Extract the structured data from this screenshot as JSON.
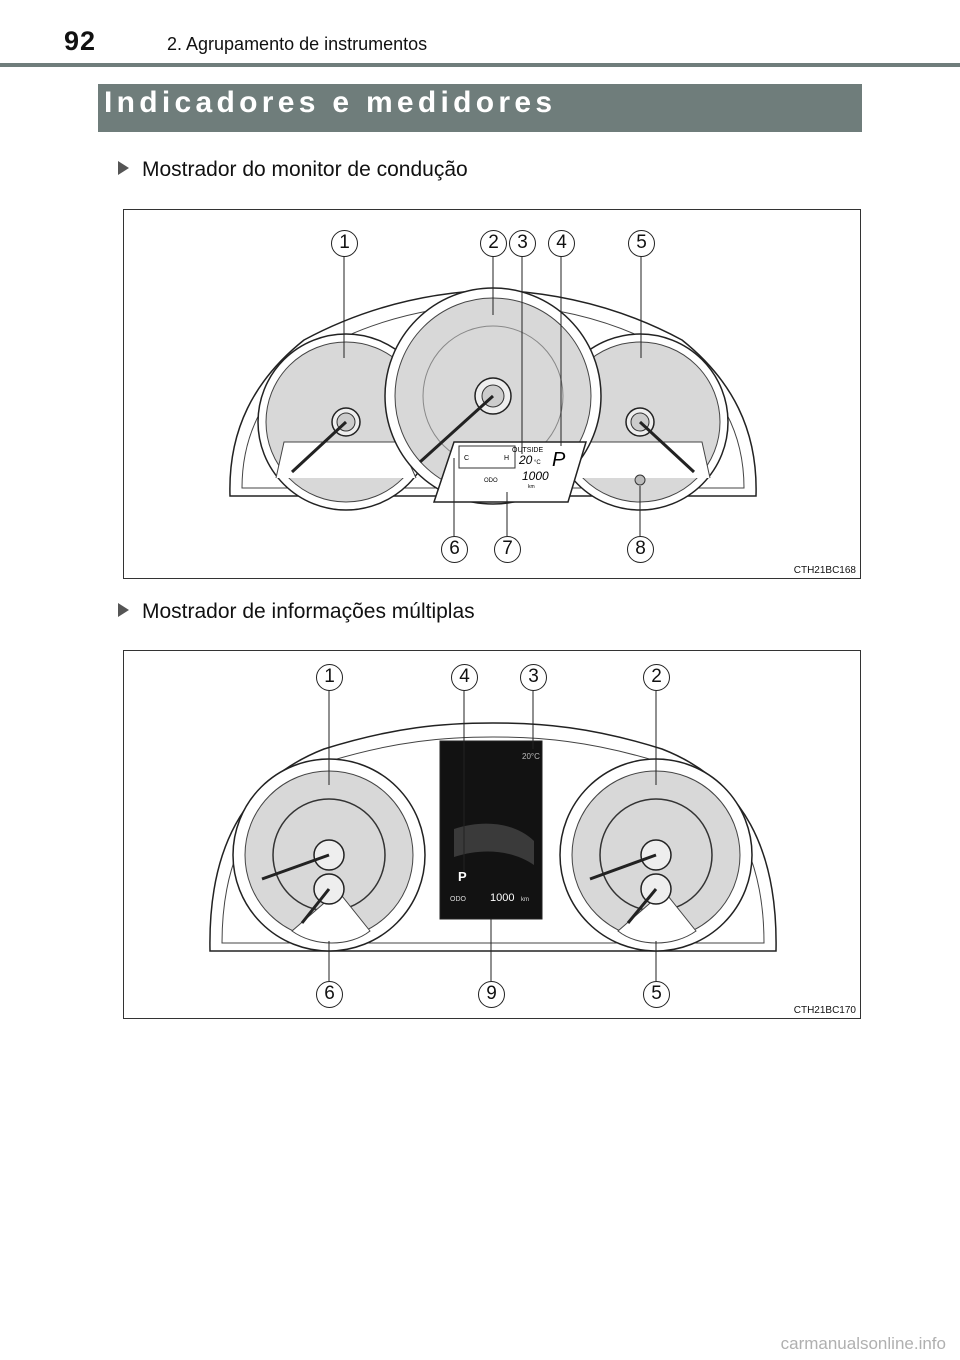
{
  "header": {
    "page_number": "92",
    "chapter": "2. Agrupamento de instrumentos"
  },
  "section": {
    "title": "Indicadores e medidores"
  },
  "figures": [
    {
      "heading": "Mostrador do monitor de condução",
      "code": "CTH21BC168",
      "callouts": [
        "1",
        "2",
        "3",
        "4",
        "5",
        "6",
        "7",
        "8"
      ],
      "display": {
        "cold": "C",
        "hot": "H",
        "outside": "OUTSIDE",
        "temp": "20",
        "temp_unit": "°C",
        "gear": "P",
        "odo_label": "ODO",
        "odo_value": "1000",
        "odo_unit": "km"
      }
    },
    {
      "heading": "Mostrador de informações múltiplas",
      "code": "CTH21BC170",
      "callouts": [
        "1",
        "4",
        "3",
        "2",
        "6",
        "9",
        "5"
      ],
      "display": {
        "temp": "20°C",
        "gear": "P",
        "odo_label": "ODO",
        "odo_value": "1000",
        "odo_unit": "km"
      }
    }
  ],
  "footer": {
    "watermark": "carmanualsonline.info"
  },
  "colors": {
    "header_rule": "#6f7d7b",
    "section_bar": "#6f7d7b",
    "gauge_face": "#d8d8d8",
    "lcd_dark": "#121212"
  }
}
